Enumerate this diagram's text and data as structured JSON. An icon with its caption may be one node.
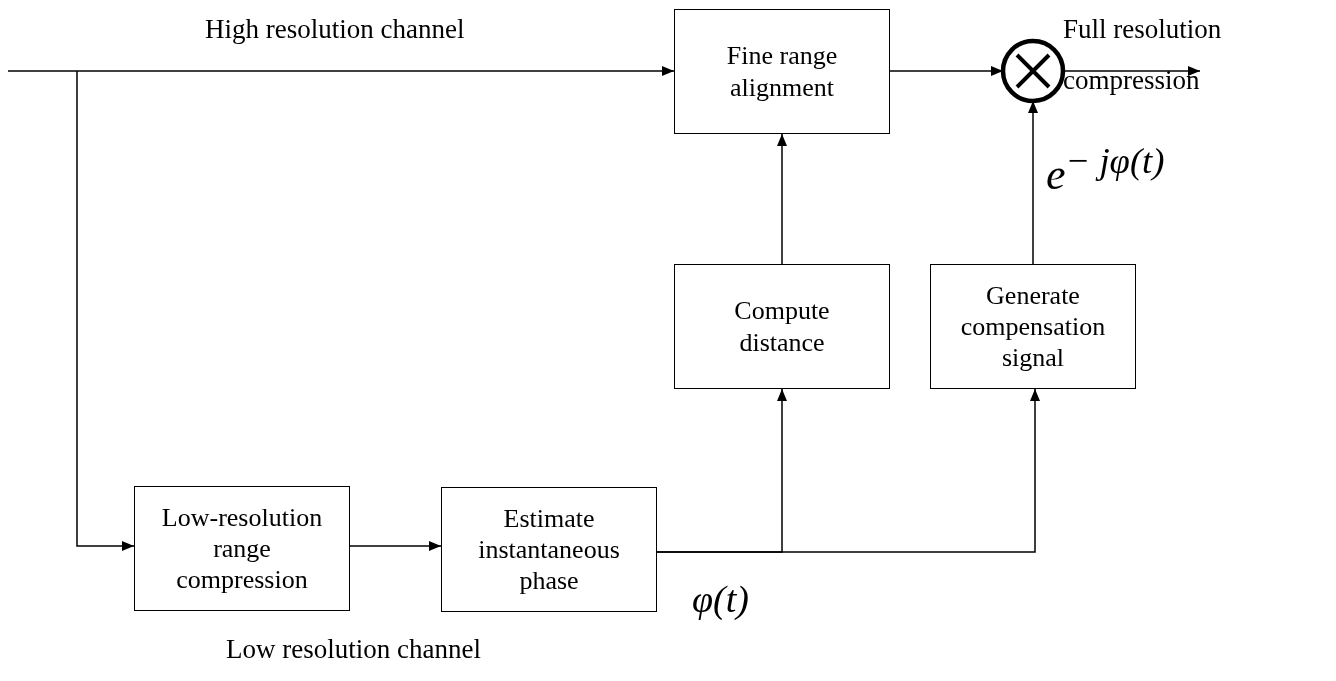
{
  "diagram": {
    "nodes": [
      {
        "text": [
          "Fine range alignment"
        ]
      },
      {
        "text": [],
        "shape": "circle"
      },
      {
        "text": [
          "Compute distance"
        ]
      },
      {
        "text": [
          "Generate compensation signal"
        ]
      },
      {
        "text": [
          "Low-resolution range compression"
        ]
      },
      {
        "text": [
          "Estimate instantaneous phase"
        ]
      },
      {
        "text": [
          "Full resolution compression"
        ]
      }
    ],
    "edges": [
      {
        "from": null,
        "to": 0,
        "arrow": "to"
      },
      {
        "from": null,
        "to": 4,
        "arrow": "to"
      },
      {
        "from": 0,
        "to": 1,
        "arrow": "to"
      },
      {
        "from": 1,
        "to": 6,
        "arrow": "to"
      },
      {
        "from": 2,
        "to": 0,
        "arrow": "to"
      },
      {
        "from": 3,
        "to": 1,
        "arrow": "to",
        "label": "e$^{− jφ(t)}$"
      },
      {
        "from": 4,
        "to": 5,
        "arrow": "to"
      },
      {
        "from": 5,
        "to": 2,
        "arrow": "to"
      },
      {
        "from": 5,
        "to": 3,
        "arrow": "to"
      }
    ],
    "labels": [
      "High resolution channel",
      "φ(t)",
      "Low resolution channel"
    ]
  }
}
